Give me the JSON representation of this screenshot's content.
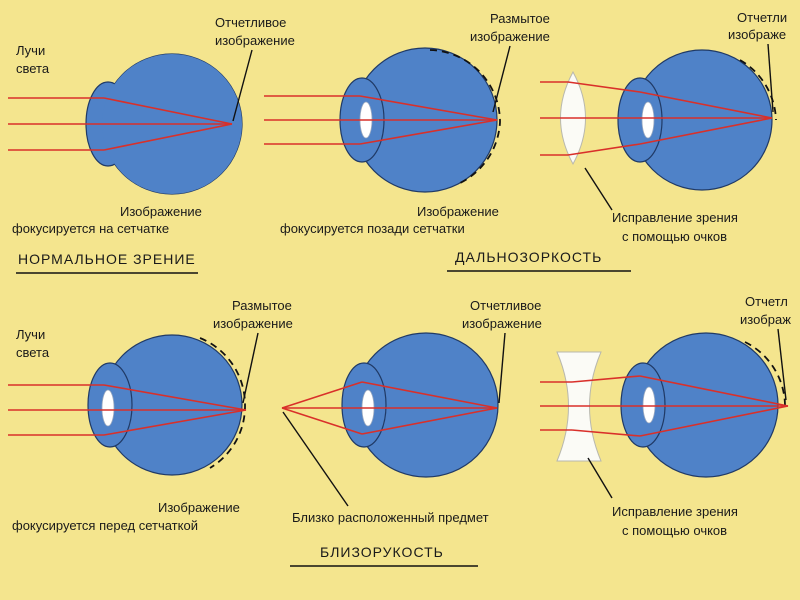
{
  "labels": {
    "clear_image": "Отчетливое изображение",
    "clear_image_line1": "Отчетливое",
    "clear_image_line2": "изображение",
    "blurred_image_line1": "Размытое",
    "blurred_image_line2": "изображение",
    "light_rays_line1": "Лучи",
    "light_rays_line2": "света",
    "image_word": "Изображение",
    "focus_on_retina": "фокусируется на сетчатке",
    "focus_behind_retina": "фокусируется позади сетчатки",
    "focus_before_retina": "фокусируется перед сетчаткой",
    "correction_line1": "Исправление зрения",
    "correction_line2": "с помощью очков",
    "near_object": "Близко расположенный предмет",
    "clear_cut_line1": "Отчетл",
    "clear_cut_line2": "изображ",
    "clear_cut2_line1": "Отчетли",
    "clear_cut2_line2": "изображе"
  },
  "headings": {
    "normal_vision": "НОРМАЛЬНОЕ ЗРЕНИЕ",
    "farsightedness": "ДАЛЬНОЗОРКОСТЬ",
    "nearsightedness": "БЛИЗОРУКОСТЬ"
  },
  "colors": {
    "background": "#f4e58e",
    "eye": "#4f82c8",
    "ray": "#d9302a"
  }
}
